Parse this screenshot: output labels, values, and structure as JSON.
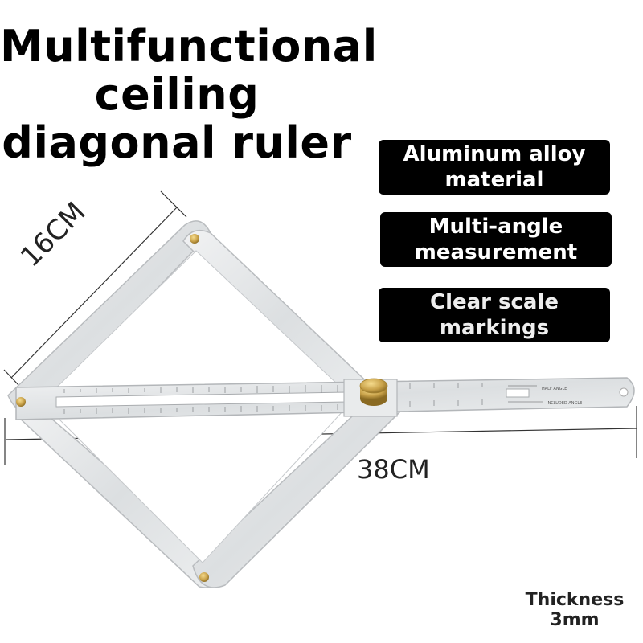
{
  "title": {
    "line1": "Multifunctional",
    "line2": "ceiling",
    "line3": "diagonal ruler"
  },
  "features": [
    {
      "line1": "Aluminum alloy",
      "line2": "material"
    },
    {
      "line1": "Multi-angle",
      "line2": "measurement"
    },
    {
      "line1": "Clear scale",
      "line2": "markings"
    }
  ],
  "dimensions": {
    "arm_length": "16CM",
    "total_length": "38CM"
  },
  "thickness": {
    "label": "Thickness",
    "value": "3mm"
  },
  "ruler_markings": {
    "half_angle": "HALF ANGLE",
    "included_angle": "INCLUDED ANGLE"
  },
  "colors": {
    "aluminum": "#e4e6e8",
    "aluminum_edge": "#b9bcbf",
    "brass": "#c9a24a",
    "badge": "#000000"
  }
}
